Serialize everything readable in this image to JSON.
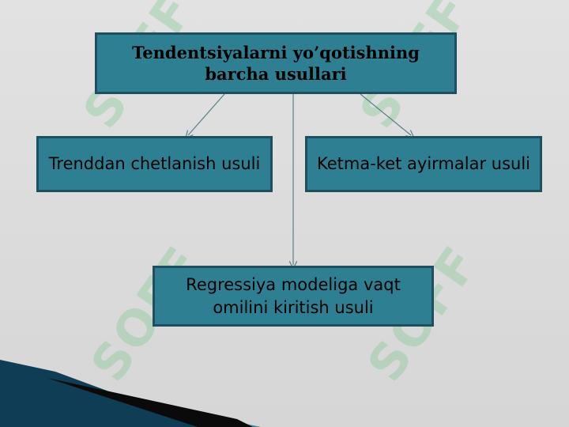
{
  "slide": {
    "title_node": "Tendentsiyalarni yo’qotishning barcha usullari",
    "nodes": [
      {
        "id": "left",
        "label": "Trenddan chetlanish usuli"
      },
      {
        "id": "right",
        "label": "Ketma-ket ayirmalar usuli"
      },
      {
        "id": "bottom",
        "label": "Regressiya modeliga vaqt omilini kiritish usuli"
      }
    ],
    "watermark": "SOFF",
    "colors": {
      "box_fill": "#2f7f93",
      "box_border": "#1d4f60",
      "background": "#d8d8d8",
      "watermark": "#8fd0a0",
      "accent_stripe": "#0f3d56"
    }
  }
}
